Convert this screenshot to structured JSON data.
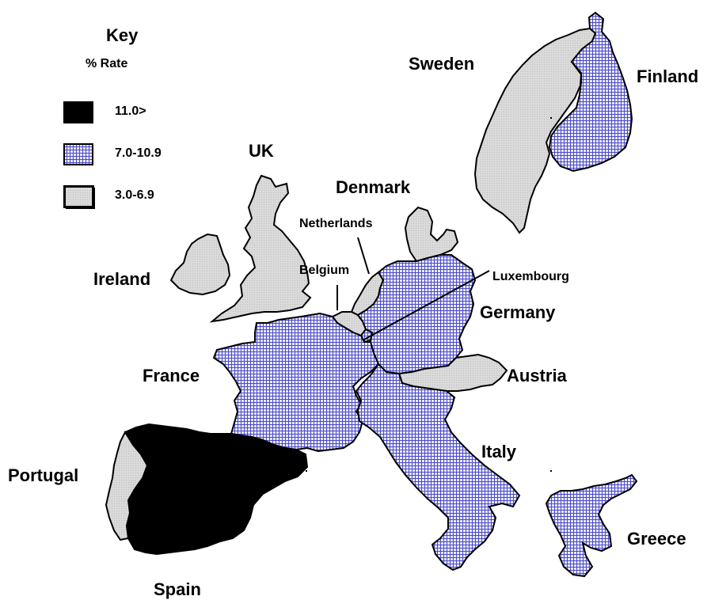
{
  "legend": {
    "title": "Key",
    "subtitle": "% Rate",
    "items": [
      {
        "label": "11.0>",
        "color": "#000000"
      },
      {
        "label": "7.0-10.9",
        "color": "#6f6fcf"
      },
      {
        "label": "3.0-6.9",
        "color": "#dcdcdc"
      }
    ]
  },
  "countries": {
    "sweden": "Sweden",
    "finland": "Finland",
    "uk": "UK",
    "denmark": "Denmark",
    "netherlands": "Netherlands",
    "ireland": "Ireland",
    "belgium": "Belgium",
    "luxembourg": "Luxembourg",
    "germany": "Germany",
    "france": "France",
    "austria": "Austria",
    "italy": "Italy",
    "portugal": "Portugal",
    "spain": "Spain",
    "greece": "Greece"
  },
  "colors": {
    "high": "#000000",
    "mid_fill": "#e9e9fb",
    "mid_grid": "#4a4ac8",
    "low_fill": "#d8d8d8",
    "outline": "#000000"
  }
}
